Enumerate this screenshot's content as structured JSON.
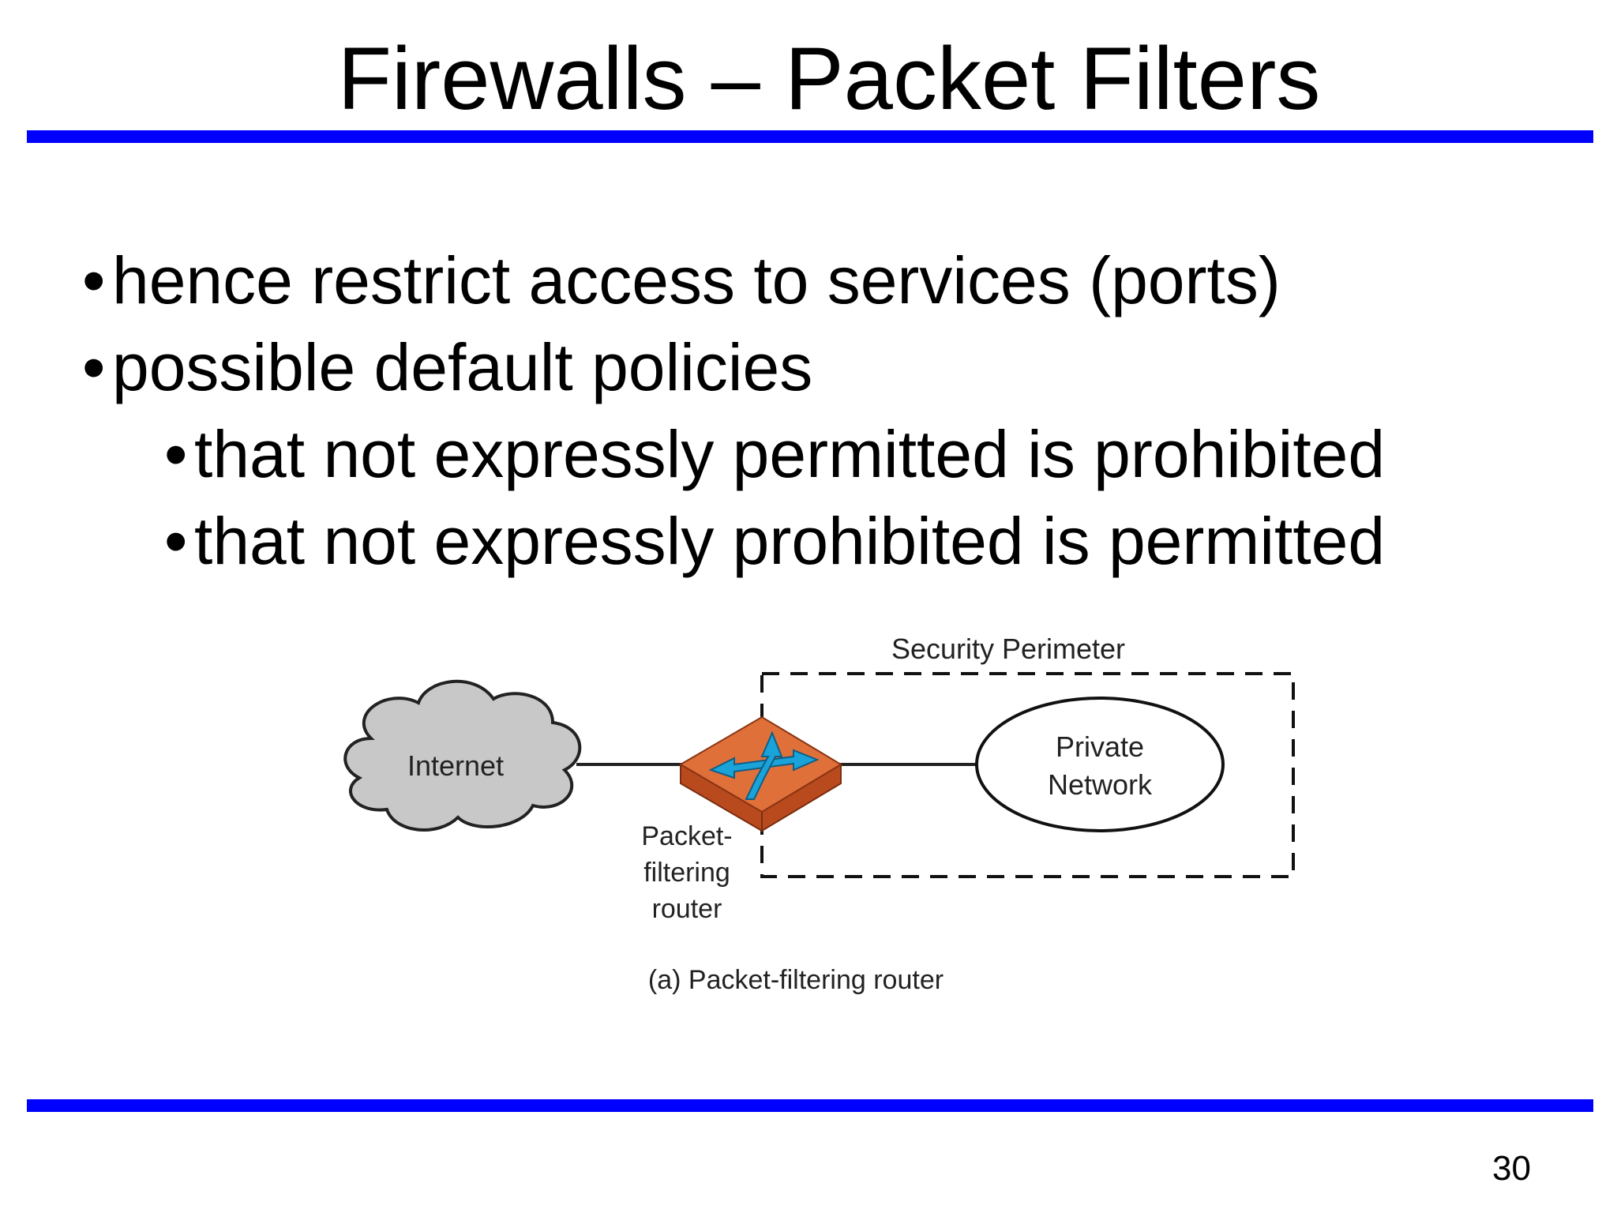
{
  "slide": {
    "title": "Firewalls – Packet Filters",
    "page_number": "30",
    "accent_color": "#0000ff"
  },
  "bullets": [
    {
      "text": "hence restrict access to services (ports)",
      "level": 1
    },
    {
      "text": "possible default policies",
      "level": 1
    },
    {
      "text": "that not expressly permitted is prohibited",
      "level": 2
    },
    {
      "text": "that not expressly prohibited is permitted",
      "level": 2
    }
  ],
  "bullet_glyph": "•",
  "diagram": {
    "perimeter_label": "Security Perimeter",
    "internet_label": "Internet",
    "private_network_label_line1": "Private",
    "private_network_label_line2": "Network",
    "router_label_line1": "Packet-",
    "router_label_line2": "filtering",
    "router_label_line3": "router",
    "caption": "(a) Packet-filtering router",
    "colors": {
      "cloud_fill": "#c8c8c8",
      "router_top": "#e0703a",
      "router_side": "#b94a1e",
      "arrow": "#1aa3d9"
    }
  }
}
